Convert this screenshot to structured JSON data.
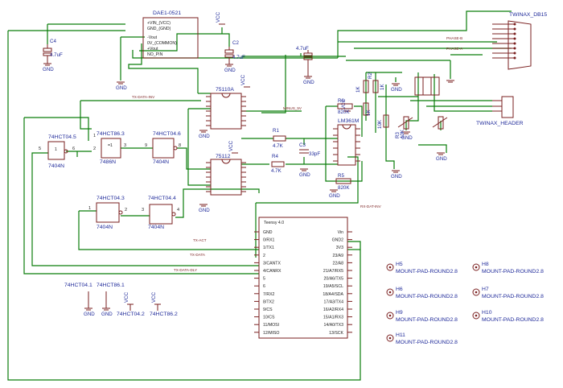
{
  "power": {
    "gnd": "GND",
    "vcc": "VCC"
  },
  "dae": {
    "ref": "DAE1-0521",
    "pins": [
      "+VIN_(VCC)",
      "GND_(GND)",
      "-Vout",
      "0V_(COMMON)",
      "+Vout",
      "NO_PIN"
    ]
  },
  "c4": {
    "ref": "C4",
    "val": "4.7uF"
  },
  "c2": {
    "ref": "C2",
    "val": "4.7uF"
  },
  "c_top": {
    "val": "4.7uF"
  },
  "u110": {
    "ref": "75110A"
  },
  "u112": {
    "ref": "75112"
  },
  "lm": {
    "ref": "LM361M"
  },
  "r1": {
    "ref": "R1",
    "val": "4.7K"
  },
  "r4": {
    "ref": "R4",
    "val": "4.7K"
  },
  "r6": {
    "ref": "R6",
    "val": "820K"
  },
  "r5": {
    "ref": "R5",
    "val": "820K"
  },
  "r2": {
    "ref": "R2"
  },
  "r3": {
    "ref": "R3",
    "val": "10K"
  },
  "c3": {
    "ref": "C3",
    "val": "33pF"
  },
  "res_v": [
    "1K",
    "1K",
    "1K",
    "10K"
  ],
  "gates": {
    "g5": {
      "ref": "74HCT04.5",
      "type": "7404N"
    },
    "g3": {
      "ref": "74HCT86.3",
      "type": "7486N"
    },
    "g6": {
      "ref": "74HCT04.6",
      "type": "7404N"
    },
    "g43": {
      "ref": "74HCT04.3",
      "type": "7404N"
    },
    "g44": {
      "ref": "74HCT04.4",
      "type": "7404N"
    }
  },
  "nets": {
    "tx_data_inv": "TX-DATA-INV",
    "minus_5v": "MINUS_5V",
    "rx_dat_inv": "RX-DAT-INV",
    "tx_act": "TX-ACT",
    "tx_data": "TX-DATA",
    "tx_data_dly": "TX-DATA-DLY",
    "phase_b": "PHASE-B",
    "phase_a": "PHASE-A"
  },
  "twinax": {
    "ref": "TWINAX_DB15",
    "header": "TWINAX_HEADER"
  },
  "teensy": {
    "ref": "Teensy 4.0",
    "left": [
      "GND",
      "0/RX1",
      "1/TX1",
      "2",
      "3/CANTX",
      "4/CANRX",
      "5",
      "6",
      "7/RX2",
      "8/TX2",
      "9/CS",
      "10/CS",
      "11/MOSI",
      "12/MISO"
    ],
    "right": [
      "Vin",
      "GND2",
      "3V3",
      "23/A9",
      "22/A8",
      "21/A7/RX5",
      "20/A6/TX5",
      "19/A5/SCL",
      "18/A4/SDA",
      "17/A3/TX4",
      "16/A2/RX4",
      "15/A1/RX3",
      "14/A0/TX3",
      "13/SCK"
    ]
  },
  "spares": {
    "s1": "74HCT04.1",
    "s2": "74HCT86.1",
    "s3": "74HCT04.2",
    "s4": "74HCT86.2"
  },
  "mount": {
    "type": "MOUNT-PAD-ROUND2.8",
    "left": [
      "H5",
      "H6",
      "H9",
      "H11"
    ],
    "right": [
      "H8",
      "H7",
      "H10"
    ]
  },
  "pins": {
    "g5_in": "5",
    "g5_out": "6",
    "g3_a": "1",
    "g3_b": "2",
    "g3_out": "3",
    "g6_in": "9",
    "g6_out": "8",
    "g43_in": "1",
    "g43_out": "2",
    "g44_in": "3",
    "g44_out": "4",
    "xor_sym": "=1",
    "inv_sym": "1"
  }
}
